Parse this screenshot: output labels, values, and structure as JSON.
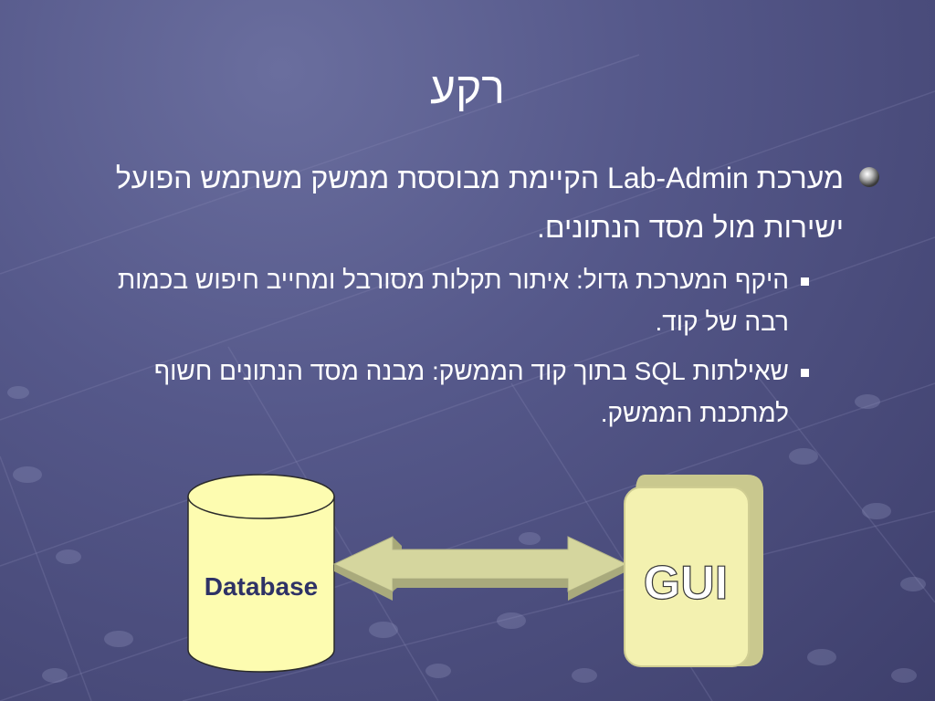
{
  "slide": {
    "title": "רקע",
    "bullet_main": "מערכת Lab-Admin הקיימת מבוססת ממשק משתמש הפועל ישירות מול מסד הנתונים.",
    "sub_bullets": [
      "היקף המערכת גדול: איתור תקלות מסורבל ומחייב חיפוש בכמות רבה של קוד.",
      "שאילתות SQL בתוך קוד הממשק: מבנה מסד הנתונים חשוף למתכנת הממשק."
    ]
  },
  "diagram": {
    "database_label": "Database",
    "gui_label": "GUI"
  },
  "colors": {
    "background": "#55588a",
    "text": "#ffffff",
    "cylinder_fill": "#fdfcb0",
    "box_fill": "#f3f1b0",
    "arrow_fill": "#d5d69e",
    "database_label": "#2e3266"
  }
}
